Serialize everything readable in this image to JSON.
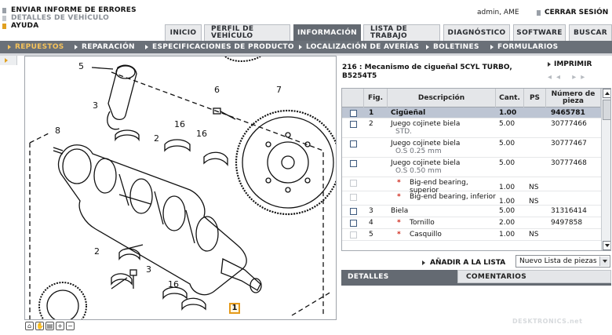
{
  "top_links": [
    "ENVIAR INFORME DE ERRORES",
    "DETALLES DE VEHÍCULO",
    "AYUDA"
  ],
  "user": "admin, AME",
  "logout": "CERRAR SESIÓN",
  "tabs": [
    {
      "label": "INICIO"
    },
    {
      "label": "PERFIL DE VEHÍCULO"
    },
    {
      "label": "INFORMACIÓN",
      "active": true
    },
    {
      "label": "LISTA DE TRABAJO"
    },
    {
      "label": "DIAGNÓSTICO"
    },
    {
      "label": "SOFTWARE"
    },
    {
      "label": "BUSCAR"
    }
  ],
  "subnav": [
    {
      "label": "REPUESTOS",
      "active": true
    },
    {
      "label": "REPARACIÓN"
    },
    {
      "label": "ESPECIFICACIONES DE PRODUCTO"
    },
    {
      "label": "LOCALIZACIÓN DE AVERÍAS"
    },
    {
      "label": "BOLETINES"
    },
    {
      "label": "FORMULARIOS"
    }
  ],
  "illustration": {
    "callouts": [
      "5",
      "3",
      "2",
      "8",
      "16",
      "16",
      "6",
      "7",
      "2",
      "3",
      "16",
      "1"
    ],
    "selected_callout": "1"
  },
  "panel": {
    "title": "216 : Mecanismo de cigueñal 5CYL TURBO, B5254T5",
    "print": "IMPRIMIR",
    "pager": "◂◂ ▸▸"
  },
  "table": {
    "headers": [
      "Fig.",
      "Descripción",
      "Cant.",
      "PS",
      "Número de pieza"
    ],
    "rows": [
      {
        "fig": "1",
        "desc": "Cigüeñal",
        "sub": "",
        "qty": "1.00",
        "ps": "",
        "part": "9465781",
        "selected": true,
        "checkbox": true,
        "star": false
      },
      {
        "fig": "2",
        "desc": "Juego cojinete biela",
        "sub": "STD.",
        "qty": "5.00",
        "ps": "",
        "part": "30777466",
        "checkbox": true,
        "star": false
      },
      {
        "fig": "",
        "desc": "Juego cojinete biela",
        "sub": "O.S 0.25 mm",
        "qty": "5.00",
        "ps": "",
        "part": "30777467",
        "checkbox": true,
        "star": false
      },
      {
        "fig": "",
        "desc": "Juego cojinete biela",
        "sub": "O.S 0.50 mm",
        "qty": "5.00",
        "ps": "",
        "part": "30777468",
        "checkbox": true,
        "star": false
      },
      {
        "fig": "",
        "desc": "Big-end bearing, superior",
        "sub": "",
        "qty": "1.00",
        "ps": "NS",
        "part": "",
        "checkbox": false,
        "star": true
      },
      {
        "fig": "",
        "desc": "Big-end bearing, inferior",
        "sub": "",
        "qty": "1.00",
        "ps": "NS",
        "part": "",
        "checkbox": false,
        "star": true
      },
      {
        "fig": "3",
        "desc": "Biela",
        "sub": "",
        "qty": "5.00",
        "ps": "",
        "part": "31316414",
        "checkbox": true,
        "star": false
      },
      {
        "fig": "4",
        "desc": "Tornillo",
        "sub": "",
        "qty": "2.00",
        "ps": "",
        "part": "9497858",
        "checkbox": true,
        "star": true
      },
      {
        "fig": "5",
        "desc": "Casquillo",
        "sub": "",
        "qty": "1.00",
        "ps": "NS",
        "part": "",
        "checkbox": false,
        "star": true
      }
    ]
  },
  "add_to_list": "AÑADIR A LA LISTA",
  "list_select": "Nuevo Lista de piezas",
  "bottom_tabs": [
    {
      "label": "DETALLES",
      "active": true
    },
    {
      "label": "COMENTARIOS"
    }
  ],
  "watermark": "DESKTRONICS.net",
  "colors": {
    "accent": "#e59a1a",
    "nav_dark": "#646a72",
    "selected_row": "#bdc5d3"
  }
}
